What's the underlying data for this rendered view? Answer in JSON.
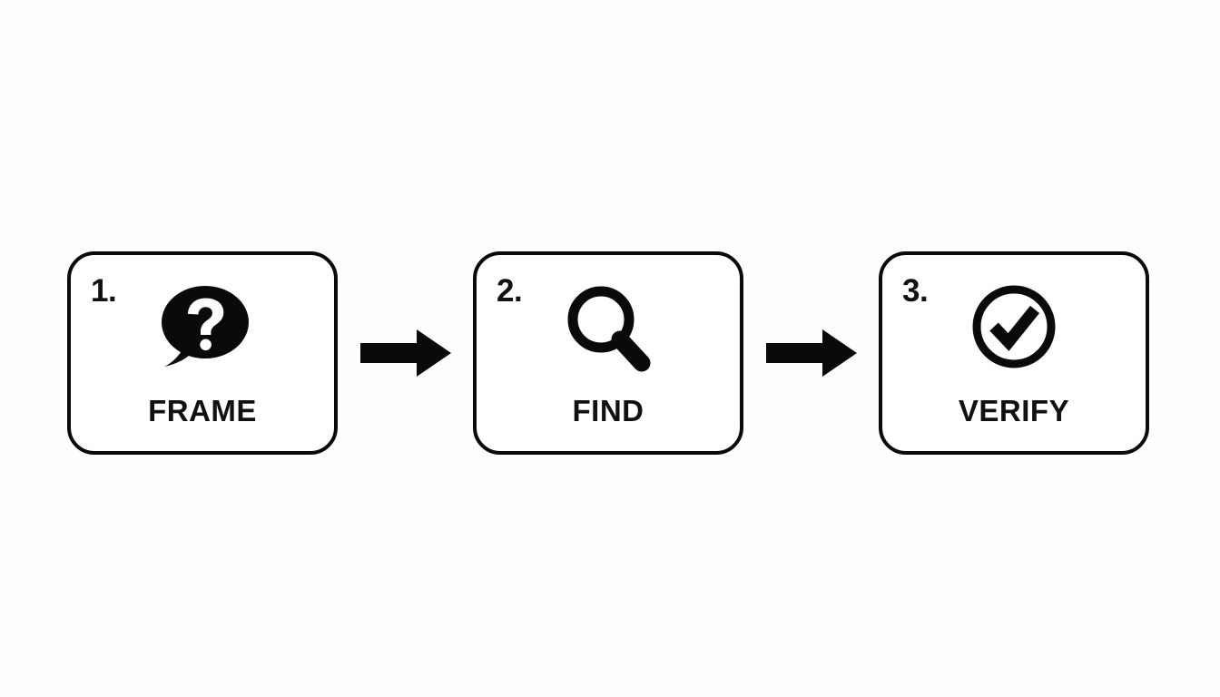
{
  "canvas": {
    "background_color": "#fdfeff",
    "ink_color": "#0a0a0a"
  },
  "diagram": {
    "type": "process-flow",
    "orientation": "horizontal",
    "step_count": 3,
    "connector_count": 2,
    "steps": [
      {
        "number": "1.",
        "label": "FRAME",
        "icon": "speech-bubble-question-icon"
      },
      {
        "number": "2.",
        "label": "FIND",
        "icon": "magnifying-glass-icon"
      },
      {
        "number": "3.",
        "label": "VERIFY",
        "icon": "check-circle-icon"
      }
    ],
    "connectors": [
      {
        "icon": "arrow-right-icon",
        "from": "FRAME",
        "to": "FIND"
      },
      {
        "icon": "arrow-right-icon",
        "from": "FIND",
        "to": "VERIFY"
      }
    ]
  }
}
